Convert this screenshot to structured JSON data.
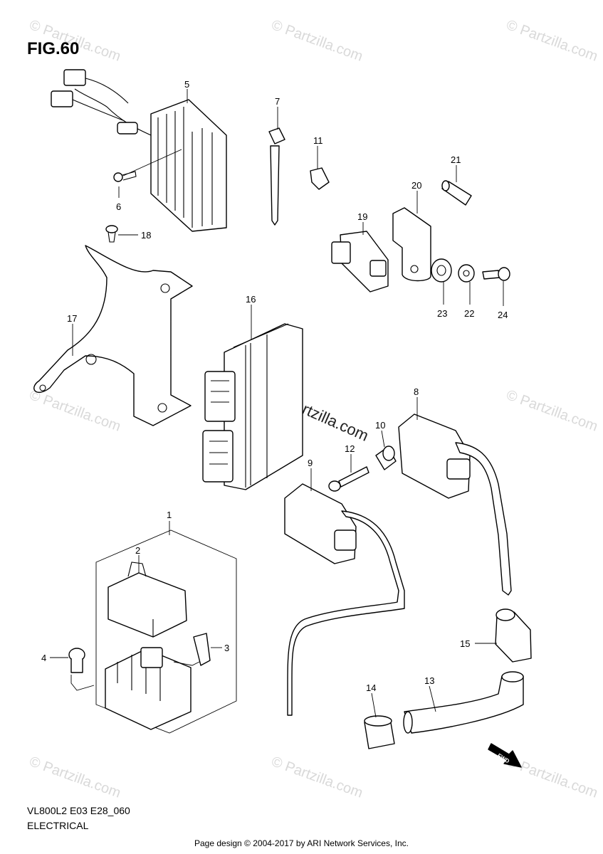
{
  "figure": {
    "title": "FIG.60"
  },
  "watermark": {
    "repeat": "© Partzilla.com",
    "center": "© Partzilla.com"
  },
  "parts": [
    {
      "ref": "1"
    },
    {
      "ref": "2"
    },
    {
      "ref": "3"
    },
    {
      "ref": "4"
    },
    {
      "ref": "5"
    },
    {
      "ref": "6"
    },
    {
      "ref": "7"
    },
    {
      "ref": "8"
    },
    {
      "ref": "9"
    },
    {
      "ref": "10"
    },
    {
      "ref": "11"
    },
    {
      "ref": "12"
    },
    {
      "ref": "13"
    },
    {
      "ref": "14"
    },
    {
      "ref": "15"
    },
    {
      "ref": "16"
    },
    {
      "ref": "17"
    },
    {
      "ref": "18"
    },
    {
      "ref": "19"
    },
    {
      "ref": "20"
    },
    {
      "ref": "21"
    },
    {
      "ref": "22"
    },
    {
      "ref": "23"
    },
    {
      "ref": "24"
    }
  ],
  "fwd_label": "FWD",
  "footer": {
    "model_code": "VL800L2 E03 E28_060",
    "category": "ELECTRICAL",
    "credit": "Page design © 2004-2017 by ARI Network Services, Inc."
  }
}
